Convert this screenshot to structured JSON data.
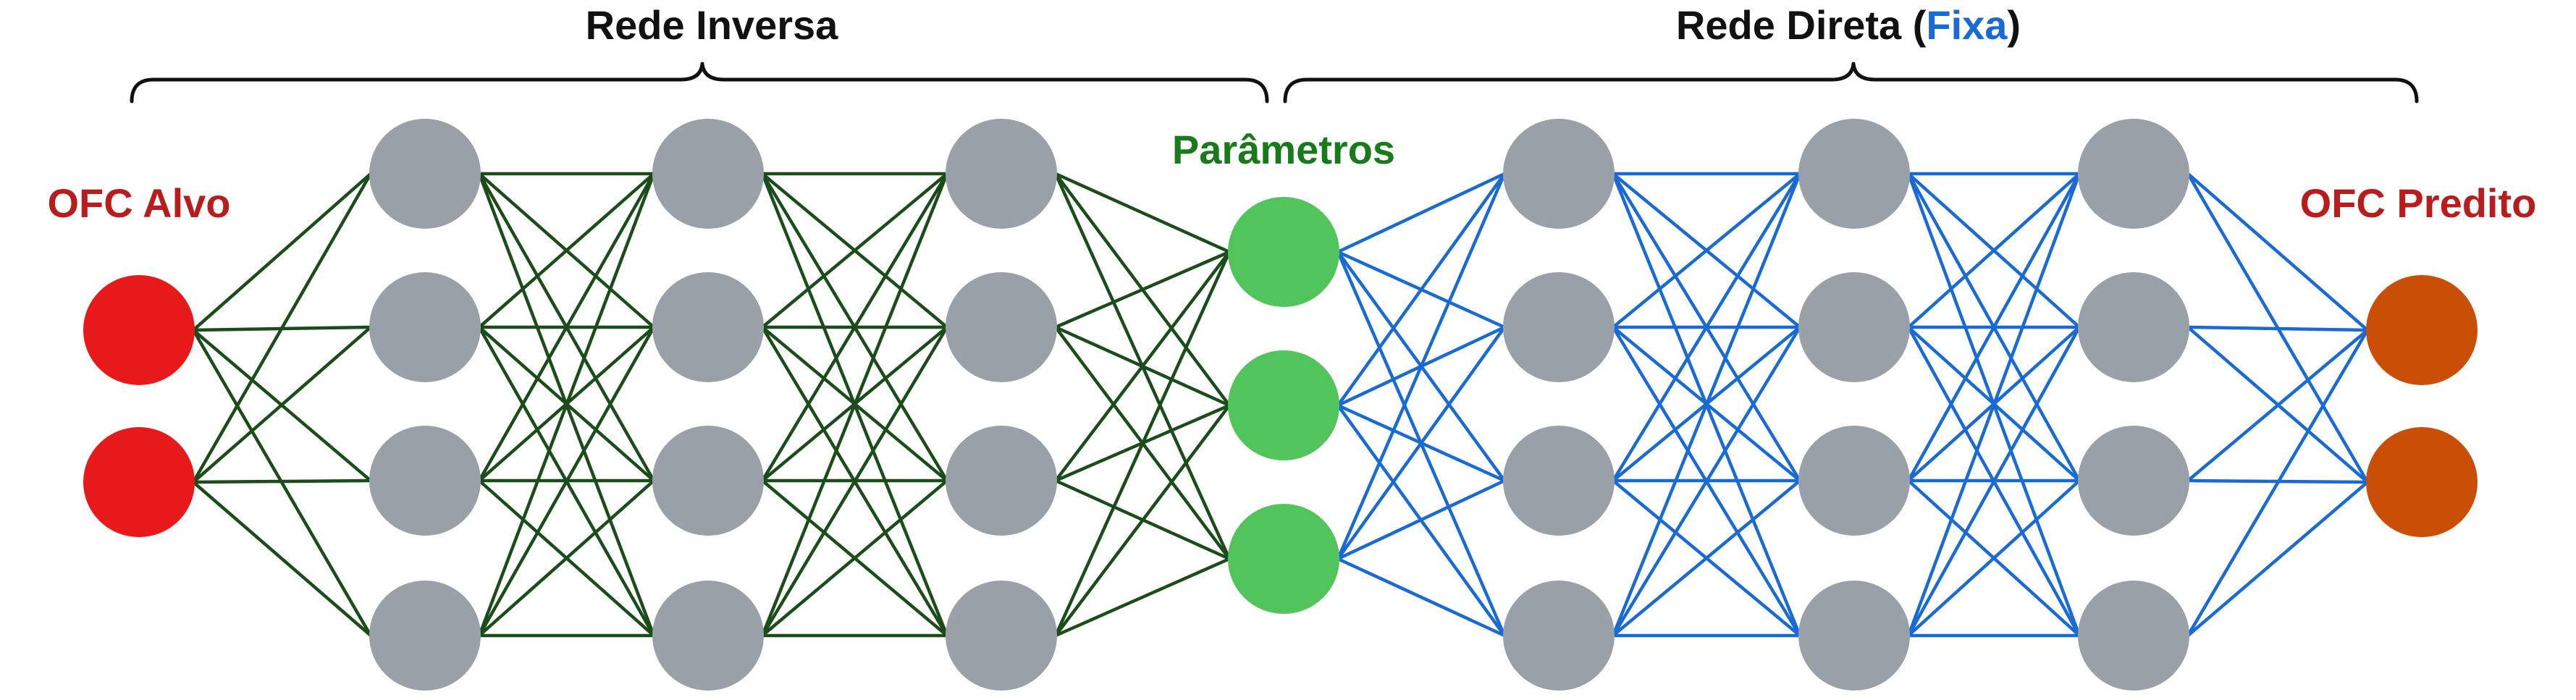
{
  "colors": {
    "inverse_edges": "#1b4d1b",
    "direct_edges": "#1a6ad6",
    "hidden_node": "#9aa0a8",
    "input_node": "#e8191b",
    "param_node": "#52c45c",
    "output_node": "#c94e06",
    "red_label": "#b81c1c",
    "green_label": "#187a1a",
    "blue_label": "#1a6ad6",
    "black_label": "#111111"
  },
  "labels": {
    "inverse_title": "Rede Inversa",
    "direct_title_prefix": "Rede Direta (",
    "direct_title_fixed": "Fixa",
    "direct_title_suffix": ")",
    "input_label": "OFC Alvo",
    "params_label": "Parâmetros",
    "output_label": "OFC Predito"
  },
  "network": {
    "layers": [
      {
        "name": "ofc-alvo",
        "nodes": 2,
        "role": "input"
      },
      {
        "name": "inverse-hidden-1",
        "nodes": 4,
        "role": "hidden"
      },
      {
        "name": "inverse-hidden-2",
        "nodes": 4,
        "role": "hidden"
      },
      {
        "name": "inverse-hidden-3",
        "nodes": 4,
        "role": "hidden"
      },
      {
        "name": "parametros",
        "nodes": 3,
        "role": "param"
      },
      {
        "name": "direct-hidden-1",
        "nodes": 4,
        "role": "hidden"
      },
      {
        "name": "direct-hidden-2",
        "nodes": 4,
        "role": "hidden"
      },
      {
        "name": "direct-hidden-3",
        "nodes": 4,
        "role": "hidden"
      },
      {
        "name": "ofc-predito",
        "nodes": 2,
        "role": "output"
      }
    ],
    "inverse_segment_count": 4,
    "direct_segment_count": 4
  }
}
